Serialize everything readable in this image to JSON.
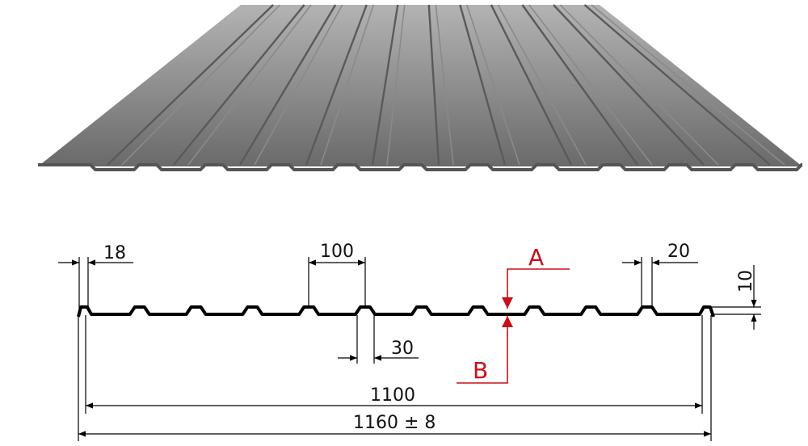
{
  "dimensions": {
    "end_rib_top": "18",
    "rib_pitch": "100",
    "rib_base": "30",
    "rib_top": "20",
    "rib_height": "10",
    "working_width": "1100",
    "total_width": "1160 ± 8"
  },
  "labels": {
    "a": "A",
    "b": "B"
  },
  "colors": {
    "sheet_light": "#ababab",
    "sheet_dark": "#6c6c6c",
    "annotation_red": "#c8101a",
    "line": "#000000"
  }
}
